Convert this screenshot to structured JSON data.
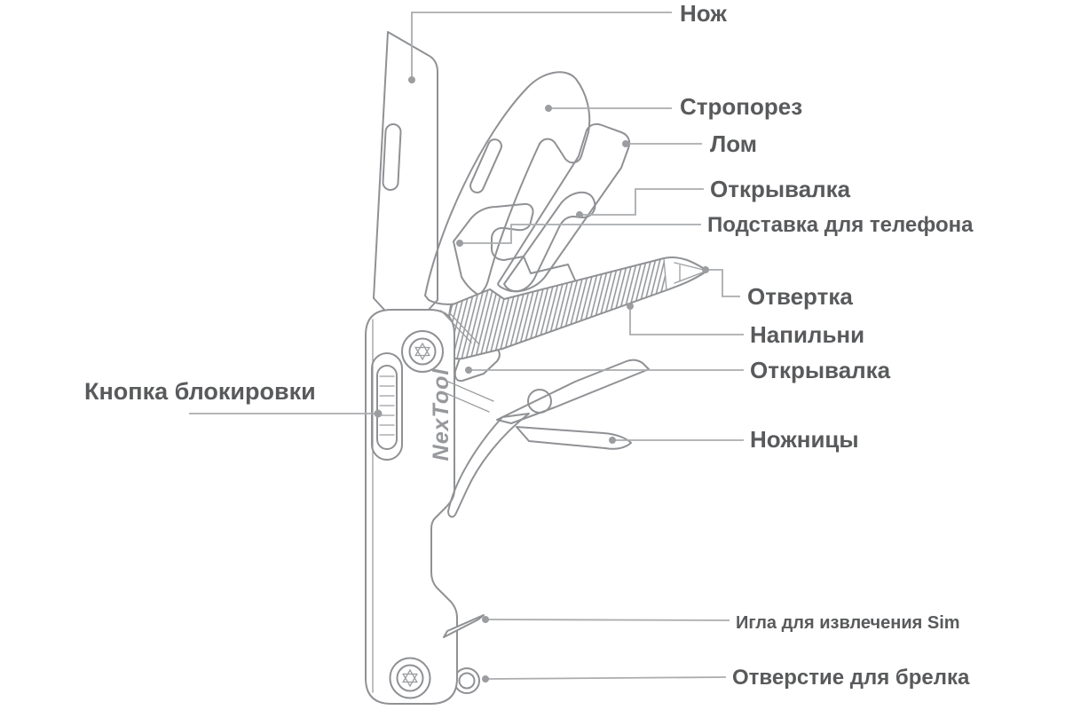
{
  "diagram": {
    "brand": "NexTool",
    "labels": {
      "knife": "Нож",
      "strap_cutter": "Стропорез",
      "pry_bar": "Лом",
      "opener_top": "Открывалка",
      "phone_stand": "Подставка для телефона",
      "screwdriver": "Отвертка",
      "file": "Напильни",
      "opener_bottom": "Открывалка",
      "scissors": "Ножницы",
      "lock_button": "Кнопка блокировки",
      "sim_pin": "Игла для извлечения Sim",
      "keychain_hole": "Отверстие для брелка"
    },
    "colors": {
      "label_text": "#595a5c",
      "leader_line": "#aaacae",
      "drawing_outline": "#8f9194",
      "background": "#ffffff"
    }
  }
}
